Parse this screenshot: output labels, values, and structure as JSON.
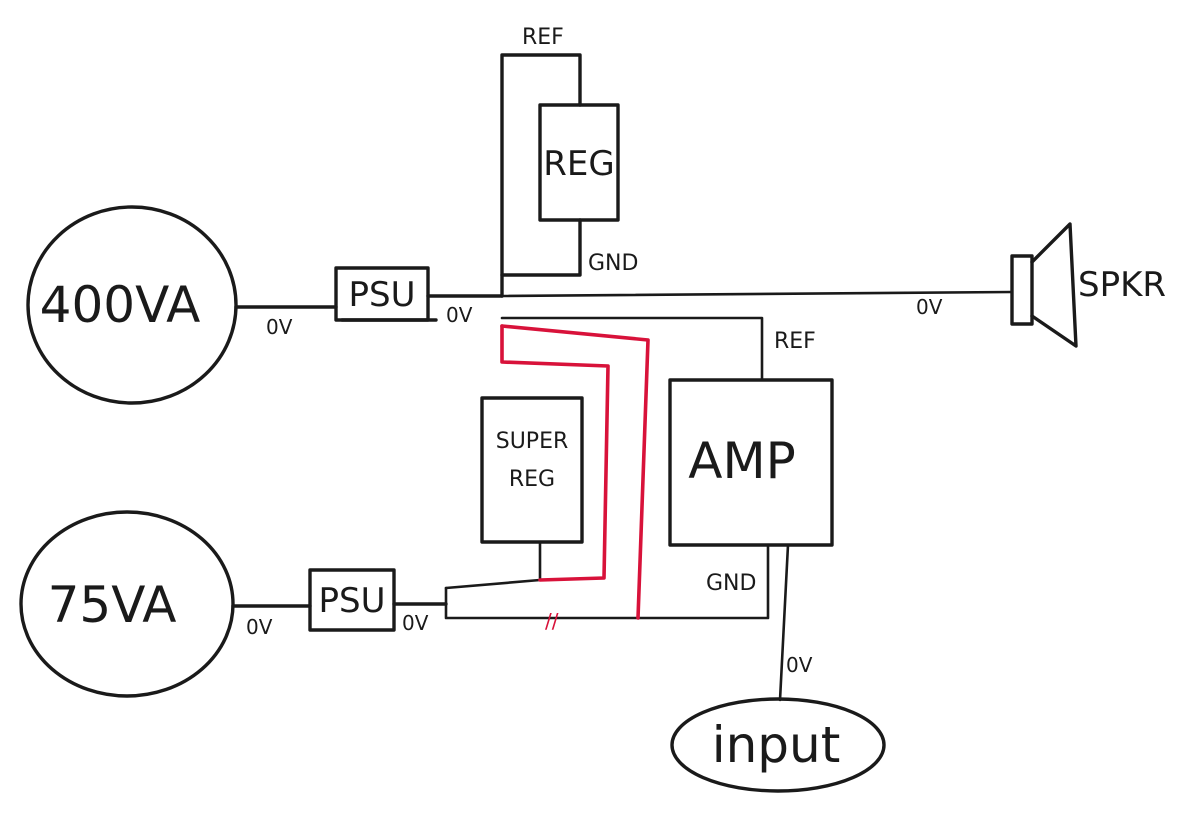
{
  "transformers": {
    "large": "400VA",
    "small": "75VA"
  },
  "blocks": {
    "psu_top": "PSU",
    "psu_bottom": "PSU",
    "reg": "REG",
    "super_reg_line1": "SUPER",
    "super_reg_line2": "REG",
    "amp": "AMP",
    "input": "input",
    "speaker": "SPKR"
  },
  "labels": {
    "ref_top": "REF",
    "gnd_top": "GND",
    "ref_amp": "REF",
    "gnd_amp": "GND",
    "ov_400va": "0V",
    "ov_psu_top": "0V",
    "ov_spkr": "0V",
    "ov_75va": "0V",
    "ov_psu_bottom": "0V",
    "ov_input": "0V",
    "break_mark": "//"
  },
  "colors": {
    "ink": "#1a1a1a",
    "highlight": "#d8123a",
    "paper": "#ffffff"
  }
}
